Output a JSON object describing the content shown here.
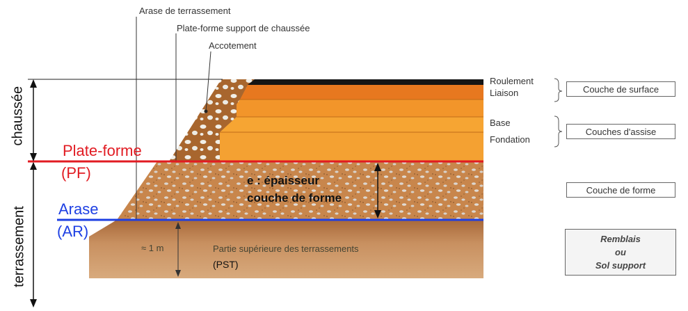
{
  "title_labels": {
    "arase_terrassement": "Arase de terrassement",
    "plate_forme_support": "Plate-forme support de chaussée",
    "accotement": "Accotement"
  },
  "side_labels": {
    "chaussee": "chaussée",
    "terrassement": "terrassement"
  },
  "levels": {
    "plate_forme": "Plate-forme",
    "pf": "(PF)",
    "arase": "Arase",
    "ar": "(AR)"
  },
  "inner_labels": {
    "epaisseur_line1": "e : épaisseur",
    "epaisseur_line2": "couche de forme",
    "one_meter": "≈ 1 m",
    "pst_text": "Partie supérieure des terrassements",
    "pst_abbr": "(PST)"
  },
  "layer_labels": {
    "roulement": "Roulement",
    "liaison": "Liaison",
    "base": "Base",
    "fondation": "Fondation"
  },
  "boxes": {
    "couche_surface": "Couche de surface",
    "couches_assise": "Couches d'assise",
    "couche_forme": "Couche de forme",
    "remblais": "Remblais",
    "ou": "ou",
    "sol_support": "Sol support"
  },
  "colors": {
    "plate_forme_line": "#e11b22",
    "arase_line": "#1d3fe3",
    "roulement": "#151515",
    "liaison": "#e7781f",
    "base": "#f2952a",
    "fondation": "#f4a132",
    "couche_forme": "#c8864c",
    "sol": "#c58a55"
  }
}
